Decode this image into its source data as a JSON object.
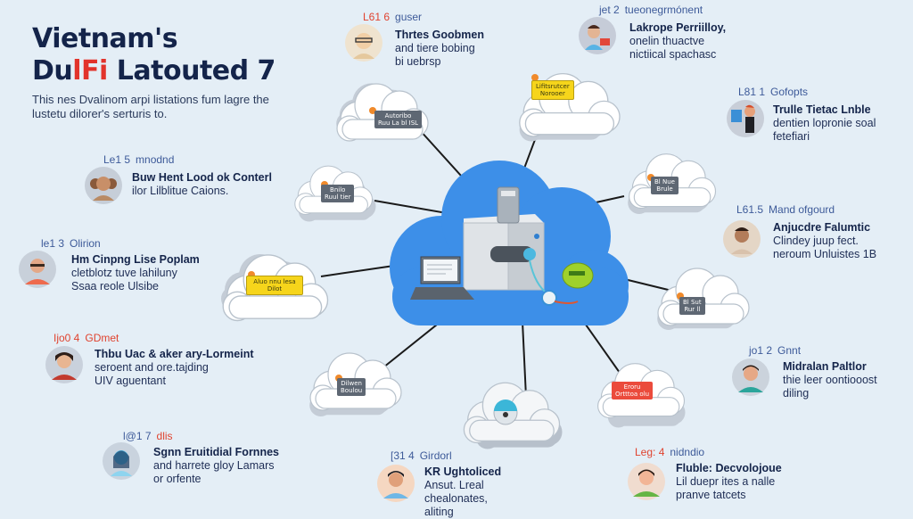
{
  "header": {
    "title_line1": "Vietnam's",
    "title_line2_prefix": "Du",
    "title_line2_accent": "lFi",
    "title_line2_suffix": " Latouted 7",
    "subtitle": "This nes Dvalinom arpi listations fum lagre the lustetu dilorer's serturis to."
  },
  "colors": {
    "background": "#e4eef6",
    "hub_cloud": "#3d8fe8",
    "title": "#14244a",
    "accent_red": "#e2332b",
    "tag_blue": "#3d5a99",
    "label_grey": "#5e6773",
    "label_yellow": "#f6d51b",
    "label_red": "#eb4b3c",
    "connector": "#1a1a1a"
  },
  "hub": {
    "name": "central-cloud-server",
    "items": [
      "server-box",
      "laptop",
      "usb-device",
      "green-sensor",
      "power-cable"
    ]
  },
  "cards": [
    {
      "id": "top-center",
      "tag_num": "L61 6",
      "tag_text": "guser",
      "tag_red": false,
      "num_red": true,
      "head": "Thrtes Goobmen",
      "lines": [
        "and tiere bobing",
        "bi uebrsp"
      ],
      "avatar": "avatar-woman-glasses"
    },
    {
      "id": "top-right",
      "tag_num": "jet 2",
      "tag_text": "tueonegrmónent",
      "tag_red": false,
      "num_red": false,
      "head": "Lakrope Perriilloy,",
      "lines": [
        "onelin thuactve",
        "nictiical spachasc"
      ],
      "avatar": "avatar-man-laptop"
    },
    {
      "id": "right-1",
      "tag_num": "L81 1",
      "tag_text": "Gofopts",
      "tag_red": false,
      "num_red": false,
      "head": "Trulle Tietac Lnble",
      "lines": [
        "dentien lopronie soal",
        "fetefiari"
      ],
      "avatar": "avatar-woman-screen"
    },
    {
      "id": "right-2",
      "tag_num": "L61.5",
      "tag_text": "Mand ofgourd",
      "tag_red": false,
      "num_red": false,
      "head": "Anjucdre Falumtic",
      "lines": [
        "Clindey juup fect.",
        "neroum Unluistes 1B"
      ],
      "avatar": "avatar-man-dark-hair"
    },
    {
      "id": "right-3",
      "tag_num": "jo1 2",
      "tag_text": "Gnnt",
      "tag_red": false,
      "num_red": false,
      "head": "Midralan Paltlor",
      "lines": [
        "thie leer oontiooost",
        "diling"
      ],
      "avatar": "avatar-man-teal-shirt"
    },
    {
      "id": "bottom-right",
      "tag_num": "Leg: 4",
      "tag_text": "nidndio",
      "tag_red": false,
      "num_red": true,
      "head": "Fluble: Decvolojoue",
      "lines": [
        "Lil duepr ites a nalle",
        "pranve tatcets"
      ],
      "avatar": "avatar-boy-green"
    },
    {
      "id": "bottom-center",
      "tag_num": "[31 4",
      "tag_text": "Girdorl",
      "tag_red": false,
      "num_red": false,
      "head": "KR Ughtoliced",
      "lines": [
        "Ansut. Lreal",
        "chealonates,",
        "aliting"
      ],
      "avatar": "avatar-man-blue-shirt"
    },
    {
      "id": "bottom-left",
      "tag_num": "l@1 7",
      "tag_text": "dlis",
      "tag_red": true,
      "num_red": false,
      "head": "Sgnn Eruitidial Fornnes",
      "lines": [
        "and harrete gloy Lamars",
        "or orfente"
      ],
      "avatar": "avatar-woman-blue-glow"
    },
    {
      "id": "left-3",
      "tag_num": "Ijo0 4",
      "tag_text": "GDmet",
      "tag_red": true,
      "num_red": true,
      "head": "Thbu Uac & aker ary-Lormeint",
      "lines": [
        "seroent and ore.tajding",
        "UIV aguentant"
      ],
      "avatar": "avatar-woman-red-top"
    },
    {
      "id": "left-2",
      "tag_num": "le1 3",
      "tag_text": "Olirion",
      "tag_red": false,
      "num_red": false,
      "head": "Hm Cinpng Lise Poplam",
      "lines": [
        "cletblotz tuve lahiluny",
        "Ssaa reole Ulsibe"
      ],
      "avatar": "avatar-man-glasses-red"
    },
    {
      "id": "left-1",
      "tag_num": "Le1 5",
      "tag_text": "mnodnd",
      "tag_red": false,
      "num_red": false,
      "head": "Buw Hent Lood ok Conterl",
      "lines": [
        "ilor Lilblitue Caions."
      ],
      "avatar": "avatar-man-curly"
    }
  ],
  "satellite_clouds": [
    {
      "id": "cloud-top-left",
      "label_lines": [
        "Autoribo",
        "Ruu La bl ISL"
      ],
      "style": "grey"
    },
    {
      "id": "cloud-top-right",
      "label_lines": [
        "Lifitsrutcer",
        "Norooer"
      ],
      "style": "yellow"
    },
    {
      "id": "cloud-left-upper",
      "label_lines": [
        "Bnilo",
        "Ruul tier"
      ],
      "style": "grey"
    },
    {
      "id": "cloud-left-middle",
      "label_lines": [
        "Aluo nnu lesa",
        "Dilot"
      ],
      "style": "yellow"
    },
    {
      "id": "cloud-right-upper",
      "label_lines": [
        "Bl Nue",
        "Brule"
      ],
      "style": "grey"
    },
    {
      "id": "cloud-right-middle",
      "label_lines": [
        "Bl Sut",
        "Rur ll"
      ],
      "style": "grey"
    },
    {
      "id": "cloud-bottom-left",
      "label_lines": [
        "Dilwen",
        "Boulou"
      ],
      "style": "grey"
    },
    {
      "id": "cloud-bottom-center",
      "label_lines": [],
      "style": "icon"
    },
    {
      "id": "cloud-bottom-right",
      "label_lines": [
        "Eroru",
        "Ortttoa olu"
      ],
      "style": "red"
    }
  ]
}
